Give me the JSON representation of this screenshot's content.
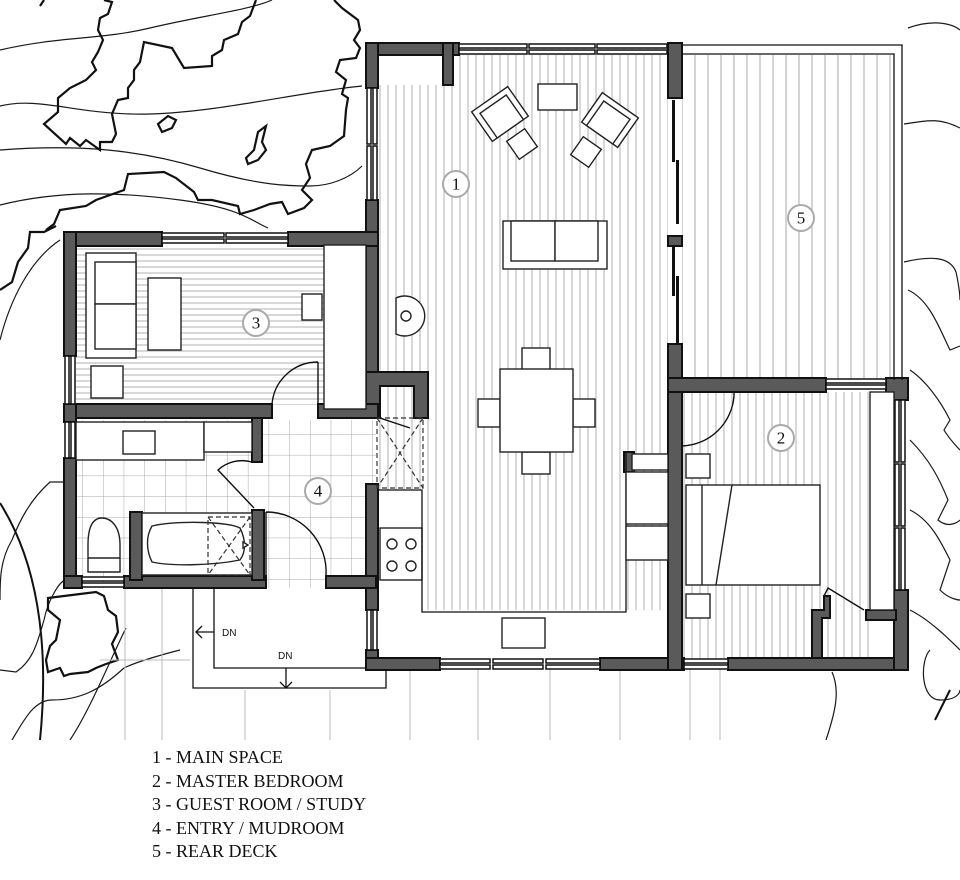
{
  "plan": {
    "type": "architectural floor plan",
    "rooms": [
      {
        "id": "1",
        "tag": "1",
        "name": "MAIN SPACE"
      },
      {
        "id": "2",
        "tag": "2",
        "name": "MASTER BEDROOM"
      },
      {
        "id": "3",
        "tag": "3",
        "name": "GUEST ROOM / STUDY"
      },
      {
        "id": "4",
        "tag": "4",
        "name": "ENTRY / MUDROOM"
      },
      {
        "id": "5",
        "tag": "5",
        "name": "REAR DECK"
      }
    ],
    "stair_labels": {
      "dn_left": "DN",
      "dn_bottom": "DN"
    },
    "colors": {
      "wall_fill": "#5a5a5a",
      "line": "#111111",
      "floor_hatch": "#b0b0b0",
      "tag_ring": "#aaaaaa",
      "background": "#ffffff"
    }
  },
  "legend": {
    "items": [
      "1 - MAIN SPACE",
      "2 - MASTER BEDROOM",
      "3 - GUEST ROOM / STUDY",
      "4 - ENTRY / MUDROOM",
      "5 - REAR DECK"
    ]
  }
}
